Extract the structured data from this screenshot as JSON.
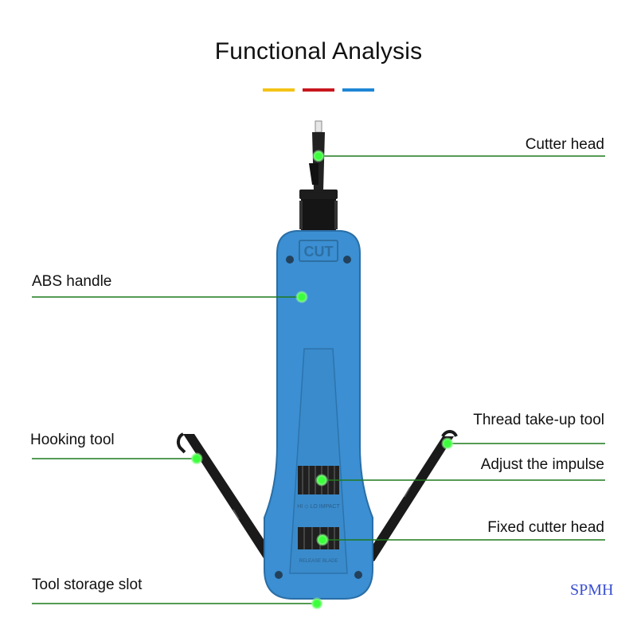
{
  "title": "Functional Analysis",
  "accent_colors": [
    "#f4c316",
    "#c8161d",
    "#1f86d6"
  ],
  "leader_color": "#1d7a1d",
  "dot_color": "#3cff3c",
  "handle_color": "#3b8fd2",
  "handle_text": {
    "cut": "CUT",
    "impact": "HI ◇ LO IMPACT",
    "release": "RELEASE BLADE"
  },
  "labels": {
    "cutter_head": "Cutter head",
    "abs_handle": "ABS handle",
    "hooking_tool": "Hooking tool",
    "thread_take_up_tool": "Thread take-up tool",
    "adjust_the_impulse": "Adjust the impulse",
    "fixed_cutter_head": "Fixed cutter head",
    "tool_storage_slot": "Tool storage slot"
  },
  "watermark": "SPMH"
}
